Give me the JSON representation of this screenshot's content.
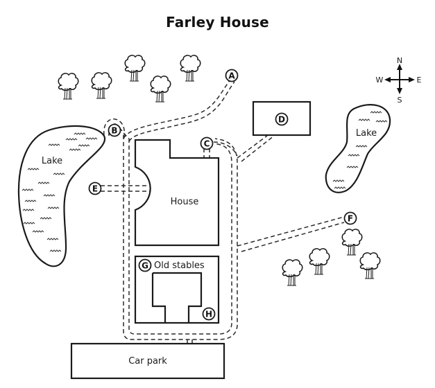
{
  "title": "Farley House",
  "compass": {
    "north": "N",
    "south": "S",
    "east": "E",
    "west": "W"
  },
  "places": {
    "house": "House",
    "old_stables": "Old stables",
    "car_park": "Car park",
    "lake_west": "Lake",
    "lake_east": "Lake"
  },
  "markers": {
    "A": "A",
    "B": "B",
    "C": "C",
    "D": "D",
    "E": "E",
    "F": "F",
    "G": "G",
    "H": "H"
  },
  "trees": {
    "north_group_count": 5,
    "east_group_count": 4
  }
}
